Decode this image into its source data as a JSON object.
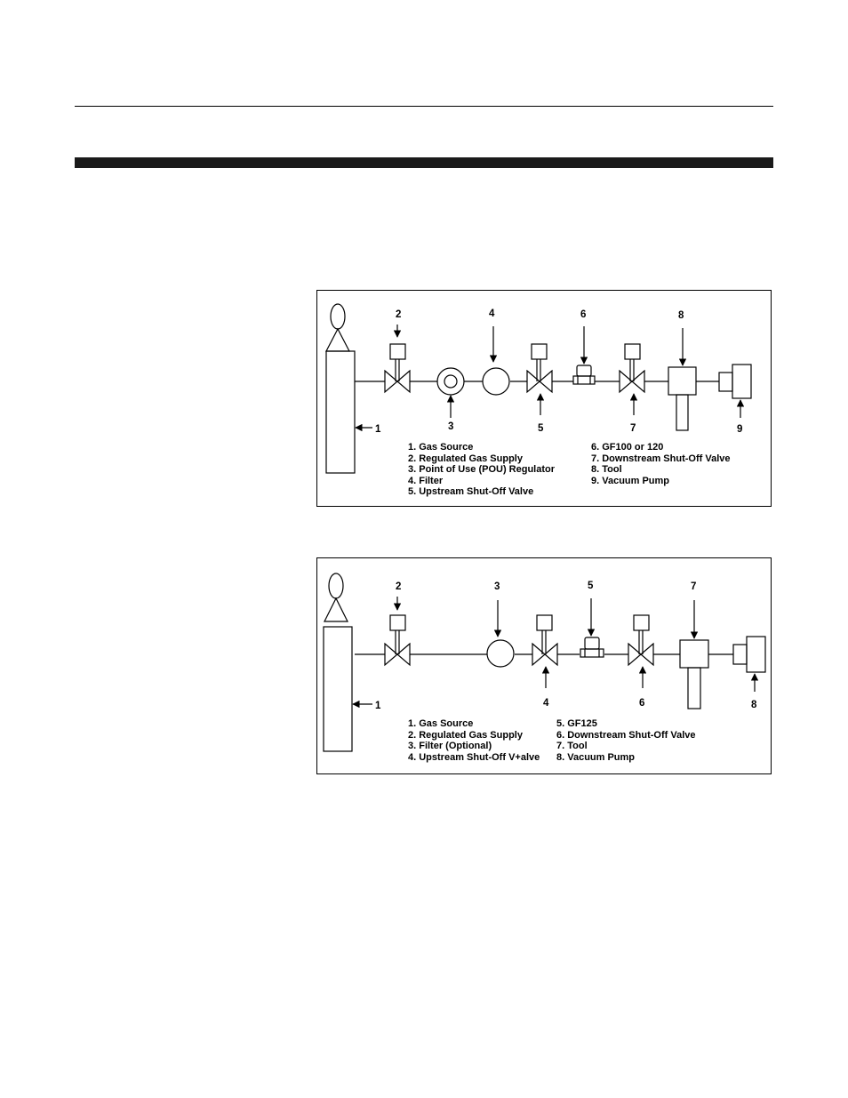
{
  "diagram1": {
    "numbers": [
      "1",
      "2",
      "3",
      "4",
      "5",
      "6",
      "7",
      "8",
      "9"
    ],
    "legend_left": [
      "1. Gas Source",
      "2. Regulated Gas Supply",
      "3. Point of Use (POU) Regulator",
      "4. Filter",
      "5. Upstream Shut-Off Valve"
    ],
    "legend_right": [
      "6. GF100 or 120",
      "7. Downstream Shut-Off Valve",
      "8. Tool",
      "9. Vacuum Pump"
    ]
  },
  "diagram2": {
    "numbers": [
      "1",
      "2",
      "3",
      "4",
      "5",
      "6",
      "7",
      "8"
    ],
    "legend_left": [
      "1. Gas Source",
      "2. Regulated Gas Supply",
      "3. Filter (Optional)",
      "4. Upstream Shut-Off V+alve"
    ],
    "legend_right": [
      "5. GF125",
      "6. Downstream Shut-Off Valve",
      "7. Tool",
      "8. Vacuum Pump"
    ]
  }
}
